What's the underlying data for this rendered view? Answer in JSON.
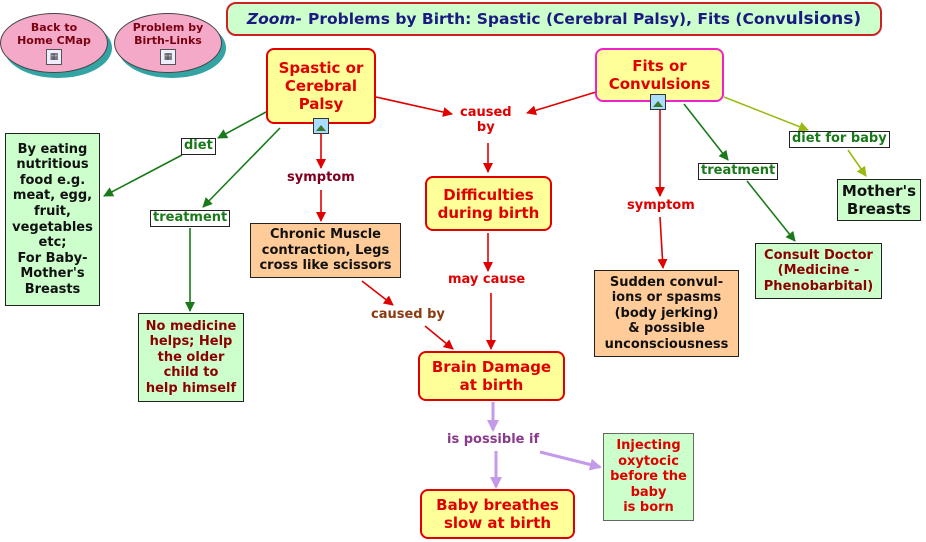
{
  "title": {
    "zoom": "Zoom-",
    "text": "Problems by Birth: Spastic (Cerebral Palsy), Fits (Conv",
    "text_big": "ulsions)"
  },
  "buttons": {
    "back": "Back to\nHome CMap",
    "problem": "Problem by\nBirth-Links"
  },
  "nodes": {
    "spastic": "Spastic or\nCerebral\nPalsy",
    "fits": "Fits or\nConvulsions",
    "difficulties": "Difficulties\nduring birth",
    "brain": "Brain Damage\nat birth",
    "baby": "Baby breathes\nslow at birth",
    "eating": "By eating\nnutritious\nfood e.g.\nmeat, egg,\nfruit,\nvegetables\netc;\nFor Baby-\nMother's\nBreasts",
    "nomedicine": "No medicine\nhelps; Help\nthe older\nchild to\nhelp himself",
    "chronic": "Chronic Muscle\ncontraction, Legs\ncross like scissors",
    "sudden": "Sudden convul-\nions or spasms\n(body jerking)\n& possible\nunconsciousness",
    "consult": "Consult Doctor\n(Medicine -\nPhenobarbital)",
    "mothers": "Mother's\nBreasts",
    "injecting": "Injecting\noxytocic\nbefore the\nbaby\nis born"
  },
  "labels": {
    "diet": "diet",
    "treatment_left": "treatment",
    "symptom_left": "symptom",
    "caused_by_top": "caused\nby",
    "may_cause": "may cause",
    "caused_by_mid": "caused by",
    "symptom_right": "symptom",
    "treatment_right": "treatment",
    "diet_for_baby": "diet for baby",
    "is_possible_if": "is possible if"
  },
  "colors": {
    "red": "#e00000",
    "green": "#1a7a1a",
    "olive": "#99bb11",
    "purple": "#c39be8",
    "node_yellow": "#ffff99",
    "node_green": "#ccffcc",
    "node_peach": "#ffcc99"
  }
}
